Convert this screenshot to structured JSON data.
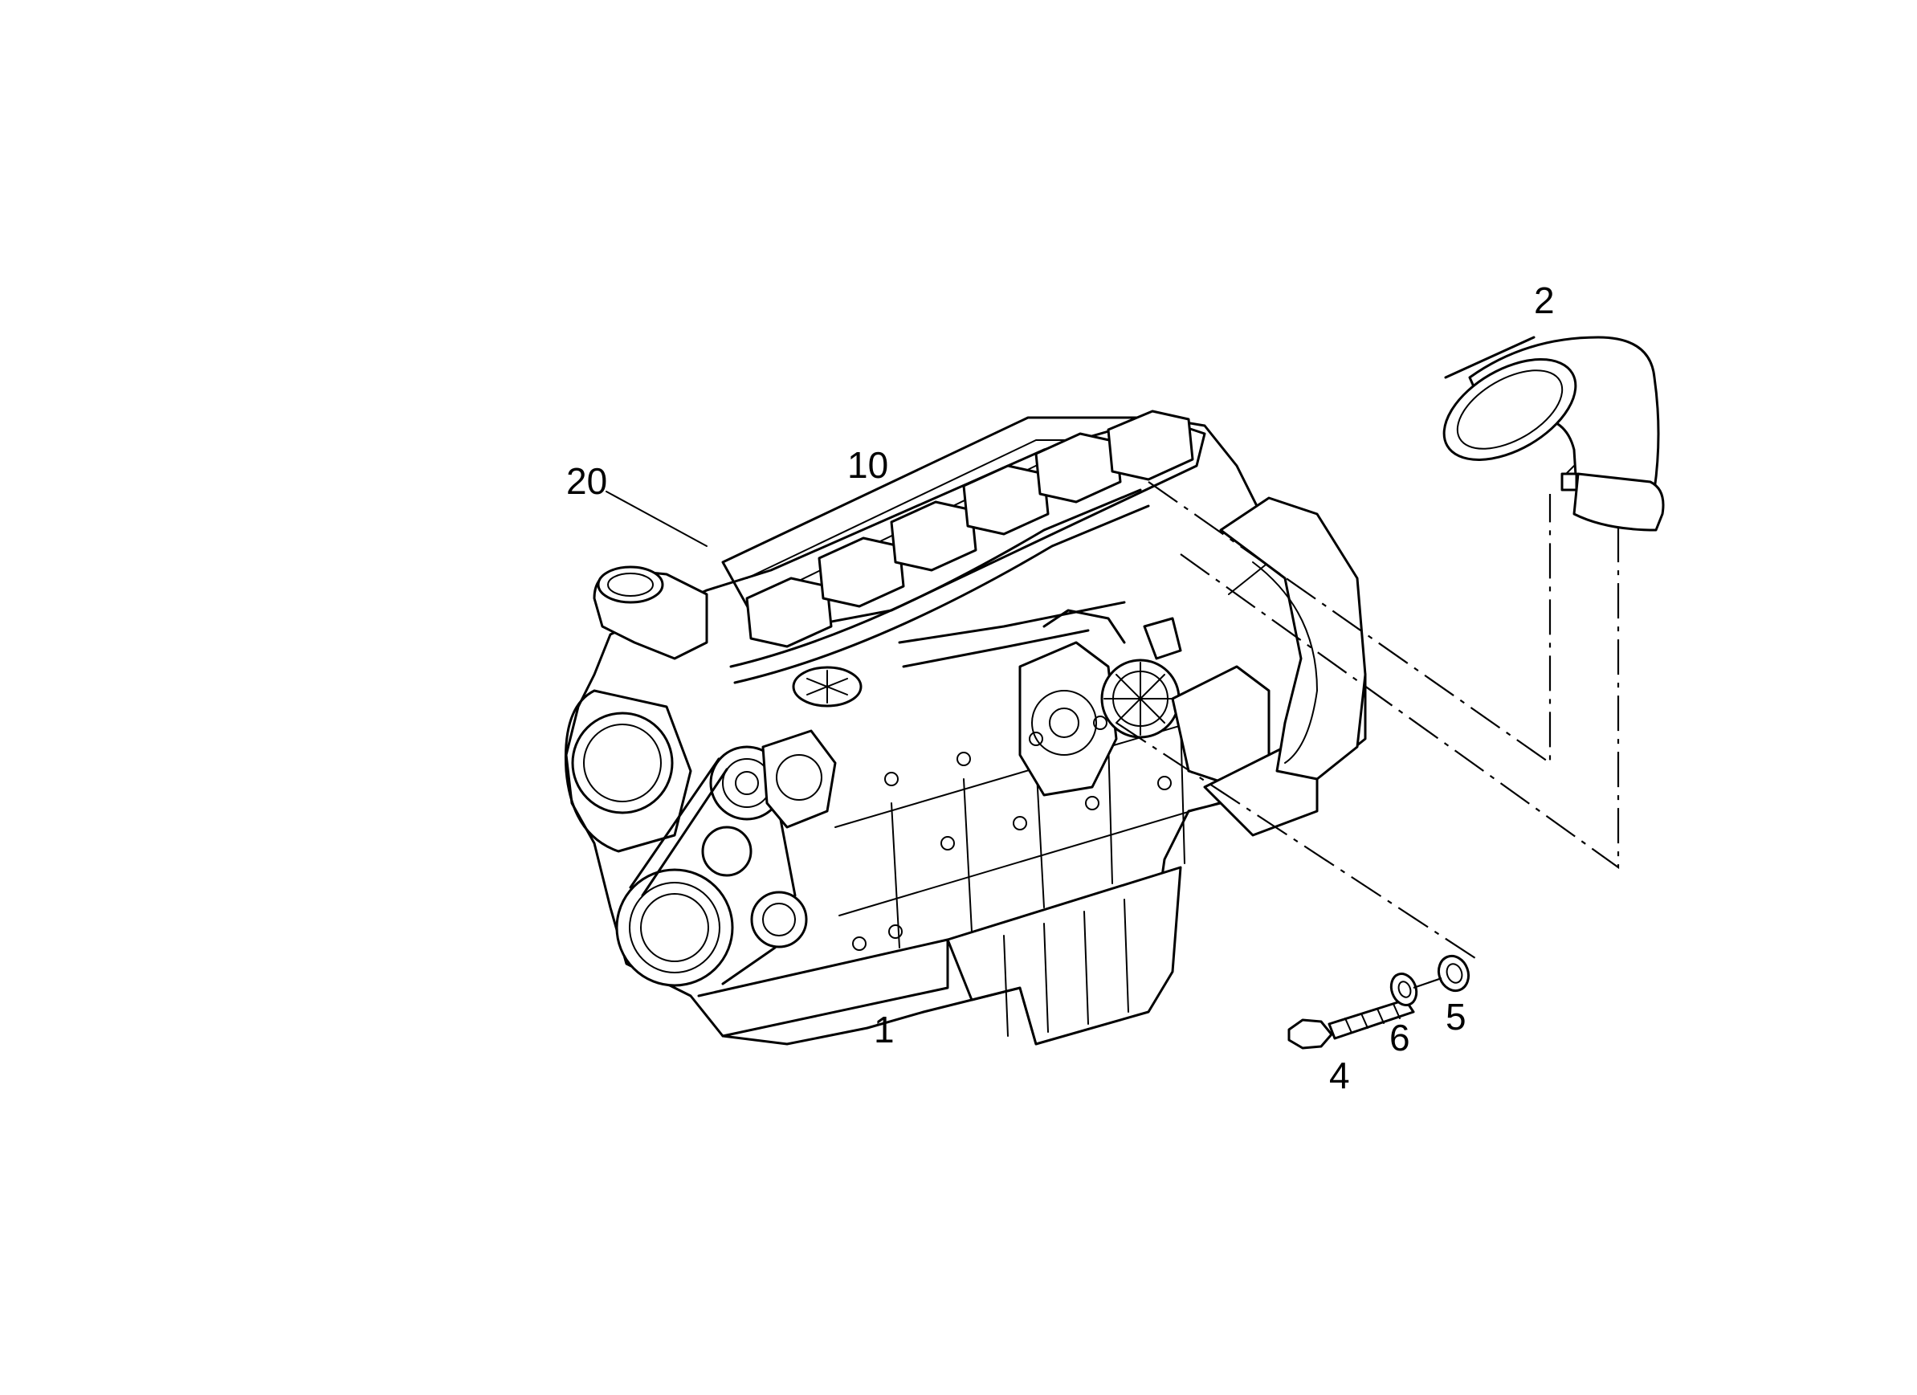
{
  "callouts": {
    "c1": "1",
    "c2": "2",
    "c4": "4",
    "c5": "5",
    "c6": "6",
    "c10": "10",
    "c20": "20"
  }
}
